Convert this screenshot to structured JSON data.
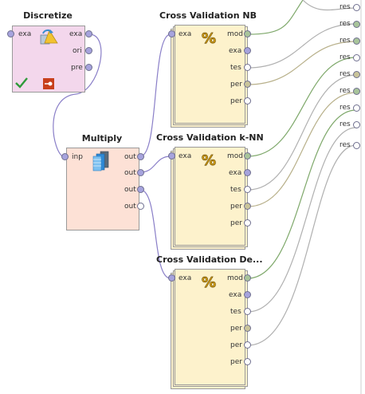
{
  "colors": {
    "discretize_fill": "#f3d7ec",
    "multiply_fill": "#fde1d6",
    "cv_fill": "#fdf2cc",
    "port_purple": "#a6a3dd",
    "port_green": "#a8c49a",
    "port_khaki": "#c9c49a",
    "port_white": "#ffffff",
    "wire_purple": "#8a7fc8",
    "wire_green": "#7ea86a",
    "wire_khaki": "#b8b08a",
    "wire_gray": "#b0b0b0"
  },
  "operators": {
    "discretize": {
      "title": "Discretize",
      "inputs": [
        "exa"
      ],
      "outputs": [
        "exa",
        "ori",
        "pre"
      ],
      "icons": [
        "discretize-icon",
        "checkmark-icon",
        "breakpoint-icon"
      ]
    },
    "multiply": {
      "title": "Multiply",
      "inputs": [
        "inp"
      ],
      "outputs": [
        "out",
        "out",
        "out",
        "out"
      ],
      "icons": [
        "multiply-icon"
      ]
    },
    "cv_nb": {
      "title": "Cross Validation NB",
      "inputs": [
        "exa"
      ],
      "outputs": [
        "mod",
        "exa",
        "tes",
        "per",
        "per"
      ],
      "icons": [
        "percent-icon"
      ]
    },
    "cv_knn": {
      "title": "Cross Validation k-NN",
      "inputs": [
        "exa"
      ],
      "outputs": [
        "mod",
        "exa",
        "tes",
        "per",
        "per"
      ],
      "icons": [
        "percent-icon"
      ]
    },
    "cv_de": {
      "title": "Cross Validation De...",
      "inputs": [
        "exa"
      ],
      "outputs": [
        "mod",
        "exa",
        "tes",
        "per",
        "per",
        "per"
      ],
      "icons": [
        "percent-icon"
      ]
    }
  },
  "result_ports": [
    "res",
    "res",
    "res",
    "res",
    "res",
    "res",
    "res",
    "res",
    "res"
  ]
}
